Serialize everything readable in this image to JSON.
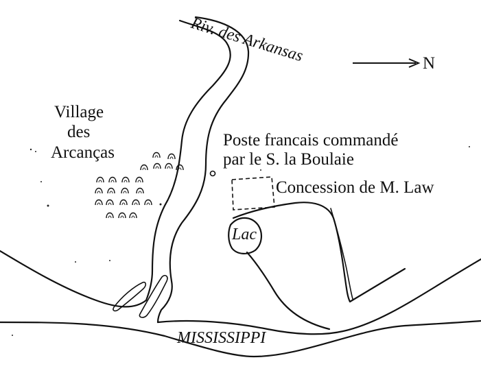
{
  "map": {
    "labels": {
      "river_arkansas": "Riv. des Arkansas",
      "north": "N",
      "village_line1": "Village",
      "village_line2": "des",
      "village_line3": "Arcanças",
      "post_line1": "Poste francais commandé",
      "post_line2": "par le S. la Boulaie",
      "concession": "Concession de M. Law",
      "lake": "Lac",
      "mississippi": "MISSISSIPPI"
    },
    "colors": {
      "ink": "#111111",
      "paper": "#ffffff"
    },
    "village_huts": 22
  }
}
